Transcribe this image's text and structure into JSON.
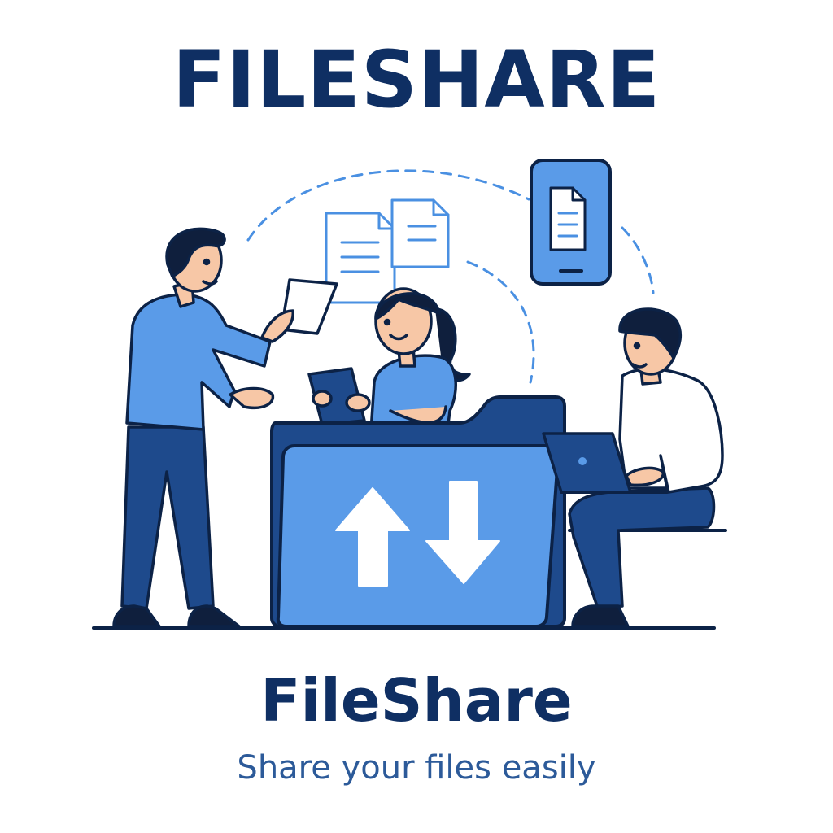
{
  "header": {
    "title": "FILESHARE"
  },
  "brand": {
    "name": "FileShare",
    "tagline": "Share your files easily"
  },
  "colors": {
    "navy": "#0f2f63",
    "dark_blue": "#1e4a8c",
    "mid_blue": "#5a9be8",
    "light_blue": "#7fb3f0",
    "outline": "#0c2246",
    "skin": "#f7c7a6",
    "hair": "#0f1f3d"
  },
  "illustration": {
    "people": [
      "man-standing-with-paper",
      "woman-with-tablet",
      "man-with-laptop"
    ],
    "icons": [
      "document-icon",
      "phone-icon",
      "folder-icon",
      "upload-arrow-icon",
      "download-arrow-icon",
      "laptop-icon",
      "tablet-icon"
    ]
  }
}
